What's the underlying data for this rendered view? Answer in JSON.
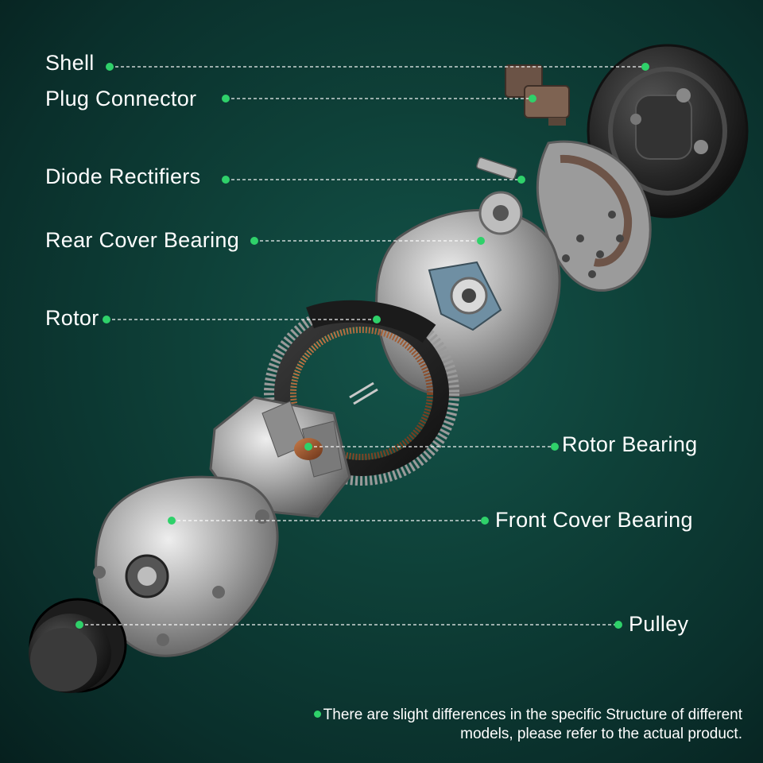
{
  "labels": {
    "shell": "Shell",
    "plug_connector": "Plug Connector",
    "diode_rectifiers": "Diode Rectifiers",
    "rear_cover_bearing": "Rear Cover Bearing",
    "rotor": "Rotor",
    "rotor_bearing": "Rotor Bearing",
    "front_cover_bearing": "Front Cover Bearing",
    "pulley": "Pulley"
  },
  "footnote": {
    "line1": "There are slight differences in the specific Structure of different",
    "line2": "models, please refer to the actual product."
  },
  "colors": {
    "accent_dot": "#2fd16a",
    "leader_line": "#ffffff",
    "background": "#0e4038"
  }
}
